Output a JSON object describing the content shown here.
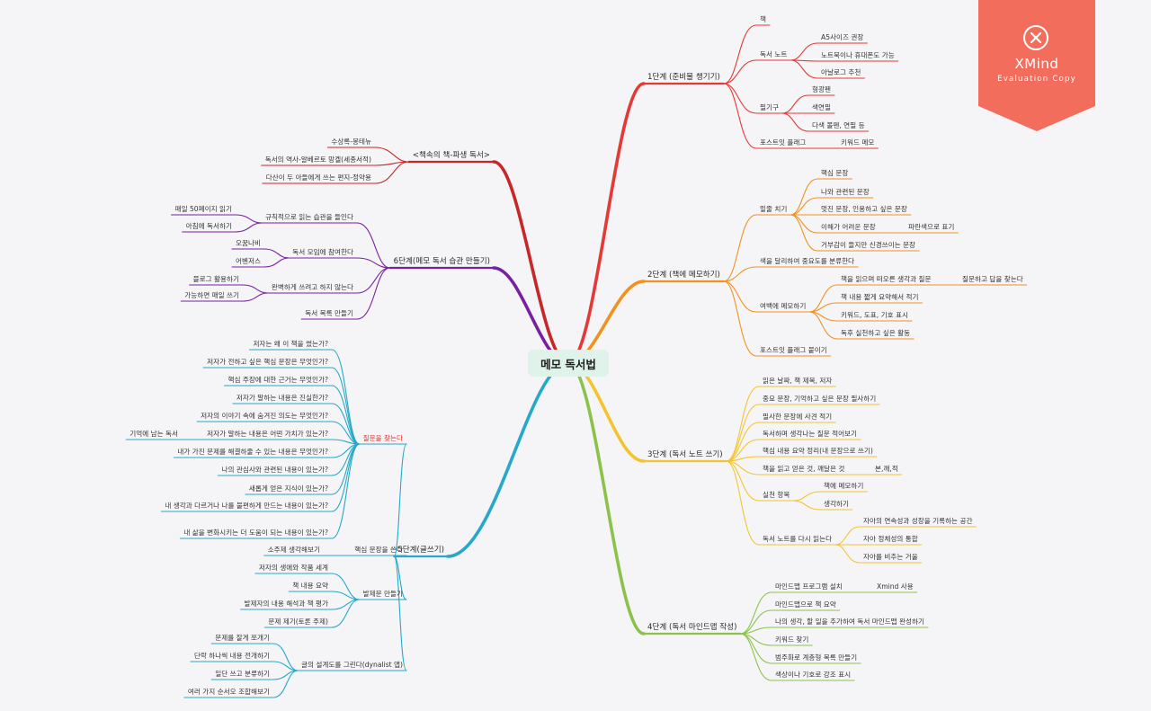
{
  "central": "메모 독서법",
  "watermark": {
    "brand": "XMind",
    "sub": "Evaluation Copy"
  },
  "colors": {
    "s1": "#e53935",
    "s2": "#f29120",
    "s3": "#f4c430",
    "s4": "#8bc34a",
    "s5": "#26a8c8",
    "s6": "#7b1fa2",
    "s7": "#c62828",
    "badge": "#f26d5b",
    "central_bg": "#dff3ea"
  },
  "topics": [
    {
      "id": "s1",
      "label": "1단계 (준비물 챙기기)",
      "children": [
        {
          "label": "책"
        },
        {
          "label": "독서 노트",
          "children": [
            {
              "label": "A5사이즈 권장"
            },
            {
              "label": "노트북이나 휴대폰도 가능"
            },
            {
              "label": "아날로그 추천"
            }
          ]
        },
        {
          "label": "필기구",
          "children": [
            {
              "label": "형광펜"
            },
            {
              "label": "색연필"
            },
            {
              "label": "다색 볼펜, 연필 등"
            }
          ]
        },
        {
          "label": "포스트잇 플래그",
          "children": [
            {
              "label": "키워드 메모"
            }
          ]
        }
      ]
    },
    {
      "id": "s2",
      "label": "2단계 (책에 메모하기)",
      "children": [
        {
          "label": "밑줄 치기",
          "children": [
            {
              "label": "핵심 문장"
            },
            {
              "label": "나와 관련된 문장"
            },
            {
              "label": "멋진 문장, 인용하고 싶은 문장"
            },
            {
              "label": "이해가 어려운 문장",
              "children": [
                {
                  "label": "파란색으로 표기"
                }
              ]
            },
            {
              "label": "거부감이 들지만 신경쓰이는 문장"
            }
          ]
        },
        {
          "label": "색을 달리하여 중요도를 분류한다"
        },
        {
          "label": "여백에 메모하기",
          "children": [
            {
              "label": "책을 읽으며 떠오른 생각과 질문",
              "children": [
                {
                  "label": "질문하고 답을 찾는다"
                }
              ]
            },
            {
              "label": "책 내용 짧게 요약해서 적기"
            },
            {
              "label": "키워드, 도표, 기호 표시"
            },
            {
              "label": "독후 실천하고 싶은 활동"
            }
          ]
        },
        {
          "label": "포스트잇 플래그 붙이기"
        }
      ]
    },
    {
      "id": "s3",
      "label": "3단계 (독서 노트 쓰기)",
      "children": [
        {
          "label": "읽은 날짜, 책 제목, 저자"
        },
        {
          "label": "중요 문장, 기억하고 싶은 문장 필사하기"
        },
        {
          "label": "필사한 문장에 사견 적기"
        },
        {
          "label": "독서하며 생각나는 질문 적어보기"
        },
        {
          "label": "핵심 내용 요약 정리(내 문장으로 쓰기)"
        },
        {
          "label": "책을 읽고 얻은 것, 깨달은 것",
          "children": [
            {
              "label": "본,깨,적"
            }
          ]
        },
        {
          "label": "실천 항목",
          "children": [
            {
              "label": "책에 메모하기"
            },
            {
              "label": "생각하기"
            }
          ]
        },
        {
          "label": "독서 노트를 다시 읽는다",
          "children": [
            {
              "label": "자아의 연속성과 성장을 기록하는 공간"
            },
            {
              "label": "자아 정체성의 통합"
            },
            {
              "label": "자아를 비추는 거울"
            }
          ]
        }
      ]
    },
    {
      "id": "s4",
      "label": "4단계 (독서 마인드맵 작성)",
      "children": [
        {
          "label": "마인드맵 프로그램 설치",
          "children": [
            {
              "label": "Xmind 사용"
            }
          ]
        },
        {
          "label": "마인드맵으로 책 요약"
        },
        {
          "label": "나의 생각, 할 일을 추가하여 독서 마인드맵 완성하기"
        },
        {
          "label": "키워드 찾기"
        },
        {
          "label": "범주화로 계층형 목록 만들기"
        },
        {
          "label": "색상이나 기호로 강조 표시"
        }
      ]
    },
    {
      "id": "s5",
      "label": "5단계(글쓰기)",
      "children": [
        {
          "label": "질문을 찾는다",
          "children": [
            {
              "label": "저자는 왜 이 책을 썼는가?"
            },
            {
              "label": "저자가 전하고 싶은 핵심 문장은 무엇인가?"
            },
            {
              "label": "핵심 주장에 대한 근거는 무엇인가?"
            },
            {
              "label": "저자가 말하는 내용은 진실한가?"
            },
            {
              "label": "저자의 이야기 속에 숨겨진 의도는 무엇인가?"
            },
            {
              "label": "저자가 말하는 내용은 어떤 가치가 있는가?",
              "children": [
                {
                  "label": "기억에 남는 독서"
                }
              ]
            },
            {
              "label": "내가 가진 문제를 해결하줄 수 있는 내용은 무엇인가?"
            },
            {
              "label": "나의 관심사와 관련된 내용이 있는가?"
            },
            {
              "label": "새롭게 얻은 지식이 있는가?"
            },
            {
              "label": "내 생각과 다르거나 나를 불편하게 만드는 내용이 있는가?"
            },
            {
              "label": "내 삶을 변화시키는 더 도움이 되는 내용이 있는가?"
            }
          ]
        },
        {
          "label": "핵심 문장을 쓴다",
          "children": [
            {
              "label": "소주제 생각해보기"
            }
          ]
        },
        {
          "label": "발제문 만들기",
          "children": [
            {
              "label": "저자의 생애와 작품 세계"
            },
            {
              "label": "책 내용 요약"
            },
            {
              "label": "발제자의 내용 해석과 책 평가"
            },
            {
              "label": "문제 제기(토론 주제)"
            }
          ]
        },
        {
          "label": "글의 설계도를 그린다(dynalist 앱)",
          "children": [
            {
              "label": "문제를 잘게 쪼개기"
            },
            {
              "label": "단락 하나씩 내용 전개하기"
            },
            {
              "label": "일단 쓰고 분류하기"
            },
            {
              "label": "여러 가지 순서오 조합해보기"
            }
          ]
        }
      ]
    },
    {
      "id": "s6",
      "label": "6단계(메모 독서 습관 만들기)",
      "children": [
        {
          "label": "규칙적으로 읽는 습관을 들인다",
          "children": [
            {
              "label": "매일 50페이지 읽기"
            },
            {
              "label": "아침에 독서하기"
            }
          ]
        },
        {
          "label": "독서 모임에 참여한다",
          "children": [
            {
              "label": "오꿈나비"
            },
            {
              "label": "어벤저스"
            }
          ]
        },
        {
          "label": "완벽하게 쓰려고 하지 않는다",
          "children": [
            {
              "label": "블로그 활용하기"
            },
            {
              "label": "가능하면 매일 쓰기"
            }
          ]
        },
        {
          "label": "독서 목록 만들기"
        }
      ]
    },
    {
      "id": "s7",
      "label": "<책속의 책-파생 독서>",
      "children": [
        {
          "label": "수상록-몽테뉴"
        },
        {
          "label": "독서의 역사-알베르토 망겔(세종서적)"
        },
        {
          "label": "다산이 두 아들에게 쓰는 편지-정약용"
        }
      ]
    }
  ]
}
